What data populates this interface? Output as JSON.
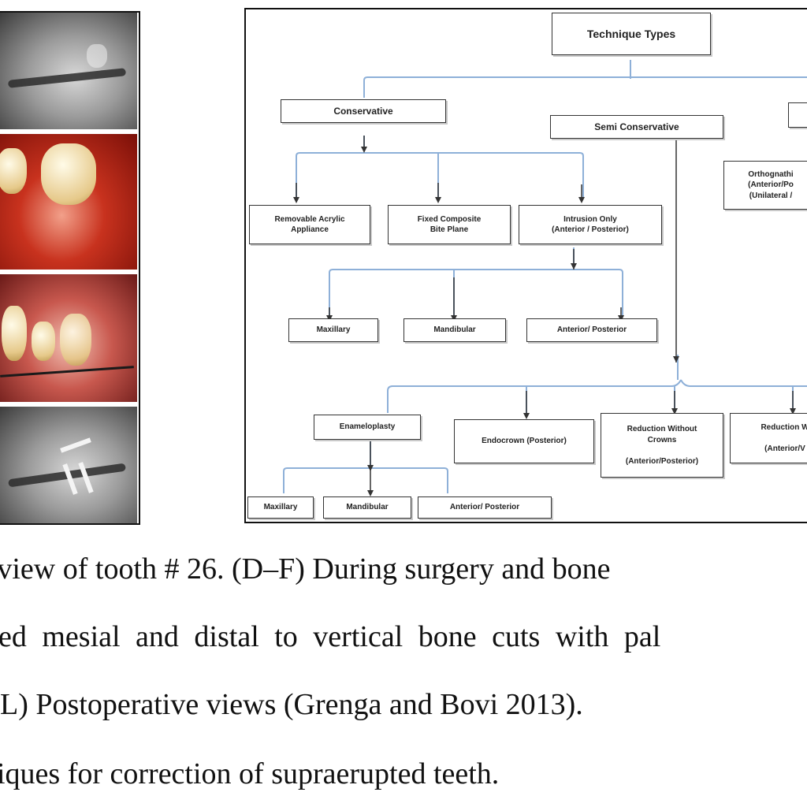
{
  "photo_panels": [
    {
      "kind": "panoramic-radiograph"
    },
    {
      "kind": "surgical-photo"
    },
    {
      "kind": "intraoral-photo"
    },
    {
      "kind": "postoperative-radiograph"
    }
  ],
  "diagram": {
    "root": "Technique Types",
    "conservative": "Conservative",
    "semi_conservative": "Semi Conservative",
    "surgical_partial": "",
    "removable": "Removable Acrylic\nAppliance",
    "fixed": "Fixed Composite\nBite Plane",
    "intrusion": "Intrusion Only\n(Anterior / Posterior)",
    "orthognathic": "Orthognathi\n(Anterior/Po\n(Unilateral /",
    "maxillary_1": "Maxillary",
    "mandibular_1": "Mandibular",
    "ant_post_1": "Anterior/  Posterior",
    "enameloplasty": "Enameloplasty",
    "endocrown": "Endocrown (Posterior)",
    "reduction_without": "Reduction Without\nCrowns\n\n(Anterior/Posterior)",
    "reduction_with": "Reduction W\n\n(Anterior/V",
    "maxillary_2": "Maxillary",
    "mandibular_2": "Mandibular",
    "ant_post_2": "Anterior/  Posterior",
    "connector_color": "#8eb0d8"
  },
  "caption": {
    "line1": "e view of tooth # 26. (D–F) During surgery and bone",
    "line2": "ed mesial and distal to vertical bone cuts with pal",
    "line3": "L) Postoperative views (Grenga and Bovi 2013).",
    "line4": "iques for correction of supraerupted teeth."
  }
}
